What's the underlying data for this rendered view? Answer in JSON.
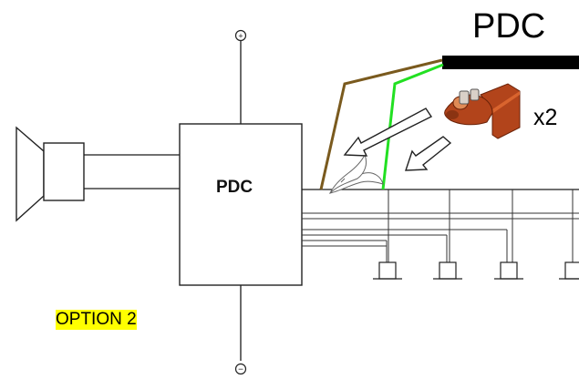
{
  "labels": {
    "title": "PDC",
    "box": "PDC",
    "multiplier": "x2",
    "option": "OPTION 2"
  },
  "terminals": {
    "positive": "+",
    "negative": "−"
  },
  "colors": {
    "option_highlight": "#ffff00",
    "green_wire": "#22e022",
    "brown_wire": "#7a5a1e",
    "top_bar": "#000000",
    "connector": "#b2441b"
  },
  "icons": [
    "speaker-icon",
    "wire-cutter-icon",
    "connector-icon",
    "arrow-icon",
    "lamp-icon"
  ]
}
